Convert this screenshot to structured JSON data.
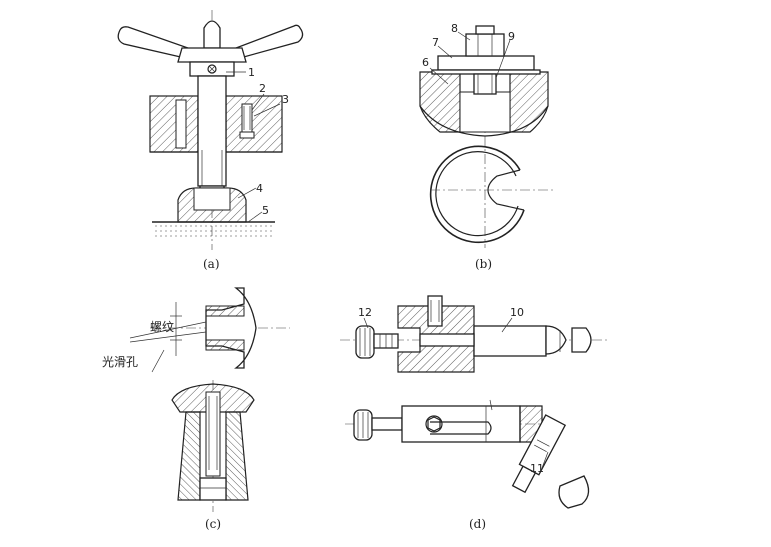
{
  "captions": {
    "a": "(a)",
    "b": "(b)",
    "c": "(c)",
    "d": "(d)"
  },
  "part_numbers": {
    "p1": "1",
    "p2": "2",
    "p3": "3",
    "p4": "4",
    "p5": "5",
    "p6": "6",
    "p7": "7",
    "p8": "8",
    "p9": "9",
    "p10": "10",
    "p11": "11",
    "p12": "12"
  },
  "labels": {
    "thread": "螺纹",
    "smooth_hole": "光滑孔"
  }
}
